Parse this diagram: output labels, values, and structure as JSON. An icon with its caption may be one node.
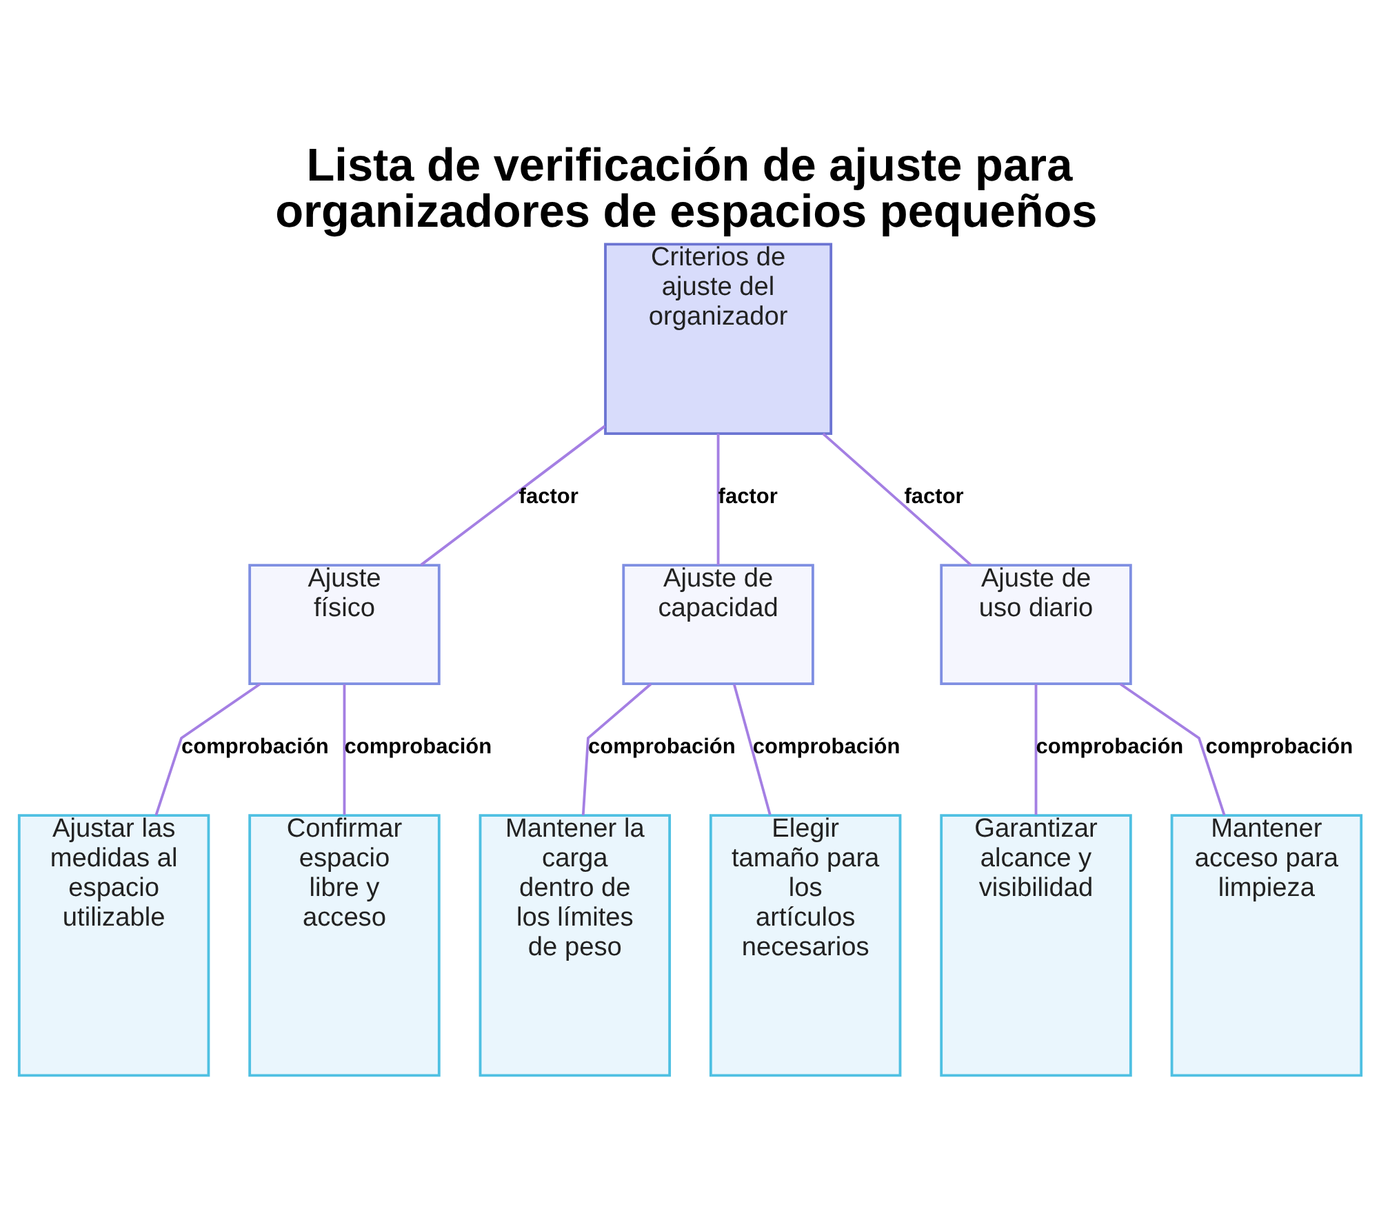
{
  "diagram": {
    "title": "Lista de verificación de ajuste para organizadores de espacios pequeños",
    "nodes": [
      {
        "text": [
          "Criterios de ajuste del organizador"
        ]
      },
      {
        "text": [
          "Ajuste físico"
        ]
      },
      {
        "text": [
          "Ajuste de capacidad"
        ]
      },
      {
        "text": [
          "Ajuste de uso diario"
        ]
      },
      {
        "text": [
          "Ajustar las medidas al espacio utilizable"
        ]
      },
      {
        "text": [
          "Confirmar espacio libre y acceso"
        ]
      },
      {
        "text": [
          "Mantener la carga dentro de los límites de peso"
        ]
      },
      {
        "text": [
          "Elegir tamaño para los artículos necesarios"
        ]
      },
      {
        "text": [
          "Garantizar alcance y visibilidad"
        ]
      },
      {
        "text": [
          "Mantener acceso para limpieza"
        ]
      }
    ],
    "edges": [
      {
        "from": 0,
        "to": 1,
        "arrow": "none",
        "label": "factor"
      },
      {
        "from": 0,
        "to": 2,
        "arrow": "none",
        "label": "factor"
      },
      {
        "from": 0,
        "to": 3,
        "arrow": "none",
        "label": "factor"
      },
      {
        "from": 1,
        "to": 4,
        "arrow": "none",
        "label": "comprobación"
      },
      {
        "from": 1,
        "to": 5,
        "arrow": "none",
        "label": "comprobación"
      },
      {
        "from": 2,
        "to": 6,
        "arrow": "none",
        "label": "comprobación"
      },
      {
        "from": 2,
        "to": 7,
        "arrow": "none",
        "label": "comprobación"
      },
      {
        "from": 3,
        "to": 8,
        "arrow": "none",
        "label": "comprobación"
      },
      {
        "from": 3,
        "to": 9,
        "arrow": "none",
        "label": "comprobación"
      }
    ]
  }
}
